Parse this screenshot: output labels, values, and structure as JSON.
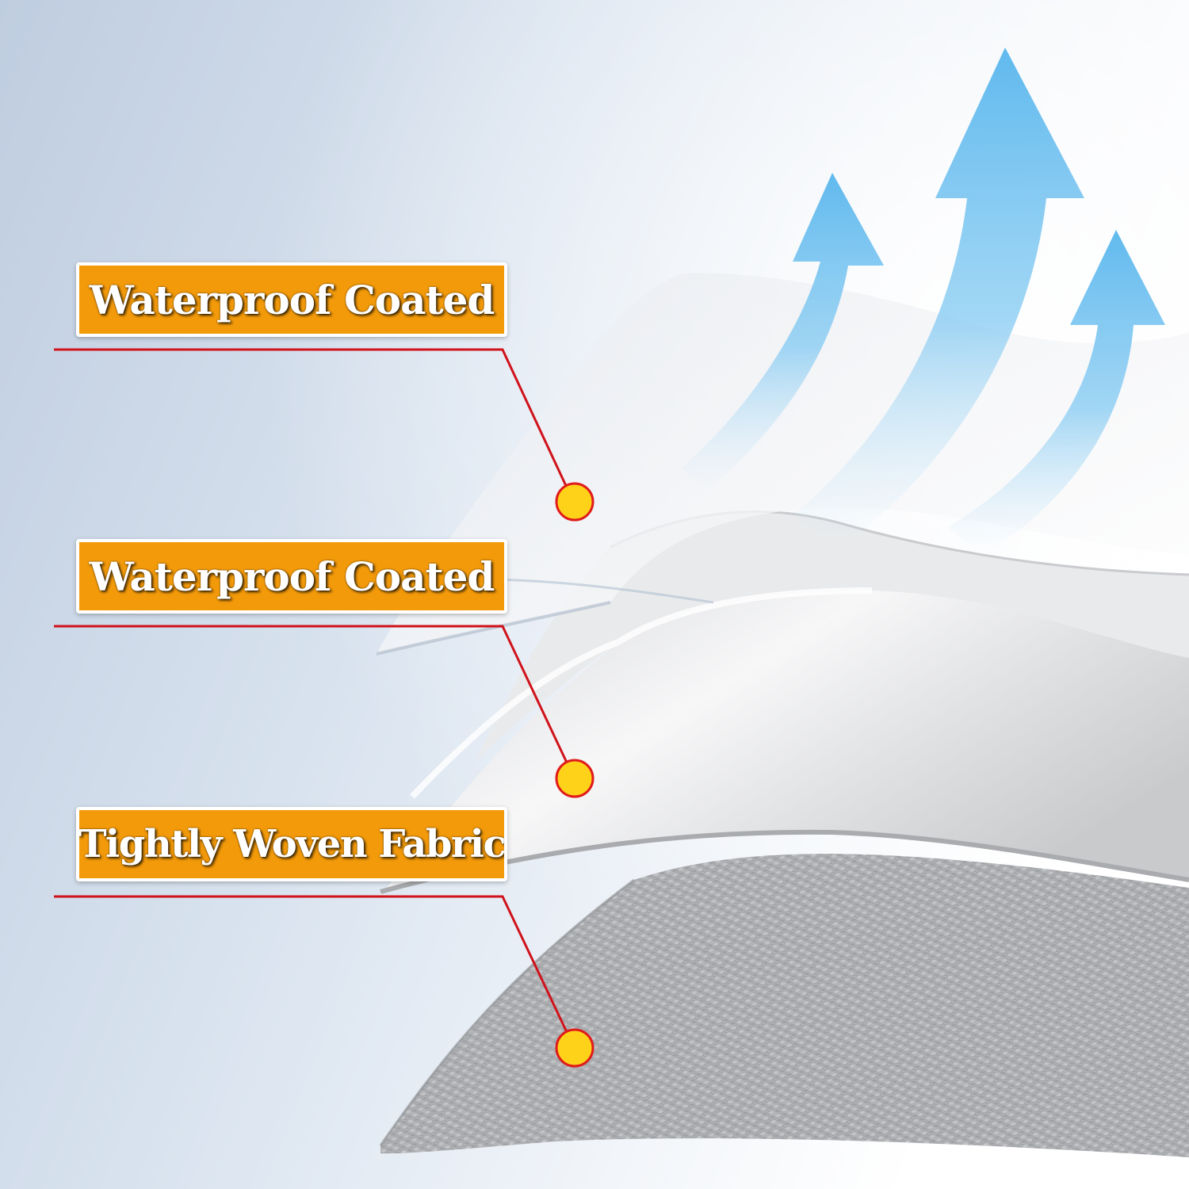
{
  "colors": {
    "label_fill": "#f39a0a",
    "label_border": "#ffffff",
    "leader_line": "#d0121b",
    "marker_fill": "#ffd21a",
    "marker_stroke": "#e01b1b",
    "arrow_blue": "#52b4ec",
    "top_layer": "#f1f2f4",
    "middle_layer": "#e3e4e6",
    "fabric_layer": "#a8aaad"
  },
  "icons": [
    "up-arrow-icon",
    "marker-dot-icon"
  ],
  "layers": [
    {
      "label": "Waterproof Coated"
    },
    {
      "label": "Waterproof Coated"
    },
    {
      "label": "Tightly Woven Fabric"
    }
  ]
}
